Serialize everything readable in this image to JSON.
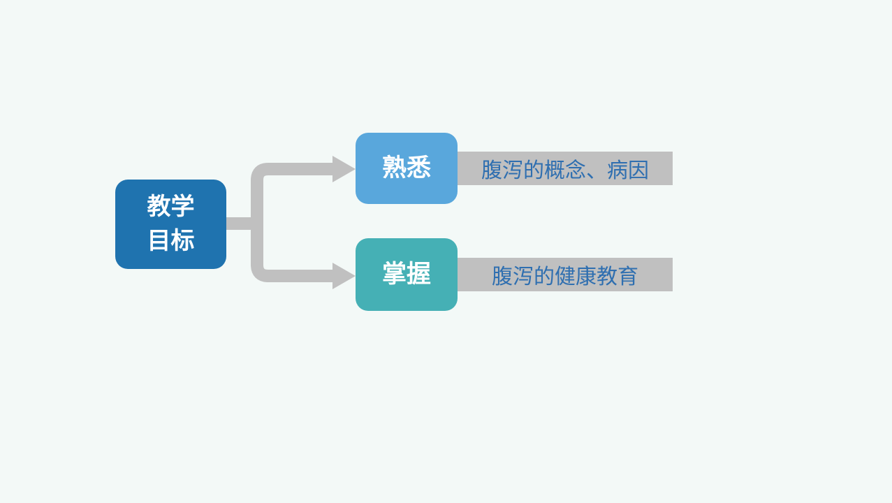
{
  "colors": {
    "background": "#f3f9f7",
    "main_box": "#1f73af",
    "top_box": "#59a7dc",
    "bottom_box": "#45b0b5",
    "connector": "#c0c0c0",
    "bar": "#c0c0c0",
    "bar_text": "#2f6fb0"
  },
  "main": {
    "line1": "教学",
    "line2": "目标"
  },
  "branches": [
    {
      "label": "熟悉",
      "detail": "腹泻的概念、病因"
    },
    {
      "label": "掌握",
      "detail": "腹泻的健康教育"
    }
  ]
}
